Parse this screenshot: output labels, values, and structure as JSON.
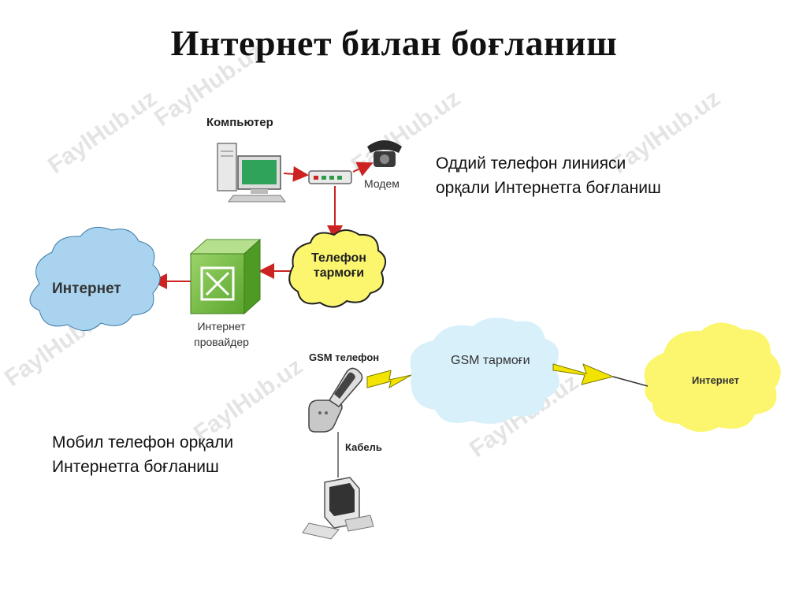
{
  "title": "Интернет билан боғланиш",
  "caption_landline": [
    "Оддий телефон линияси",
    "орқали Интернетга боғланиш"
  ],
  "caption_mobile": [
    "Мобил телефон орқали",
    "Интернетга боғланиш"
  ],
  "labels": {
    "computer": "Компьютер",
    "modem": "Модем",
    "telephone_network": [
      "Телефон",
      "тармоғи"
    ],
    "internet_1": "Интернет",
    "provider": [
      "Интернет",
      "провайдер"
    ],
    "gsm_phone": "GSM телефон",
    "gsm_network": "GSM тармоғи",
    "internet_2": "Интернет",
    "cable": "Кабель"
  },
  "watermark": "FaylHub.uz",
  "colors": {
    "arrow": "#cc2222",
    "cloud_blue": "#a9d3ee",
    "cloud_yellow": "#fbf66e",
    "cloud_light": "#d8f0fa",
    "provider_green": "#7cc24a",
    "lightning": "#f2e400"
  }
}
